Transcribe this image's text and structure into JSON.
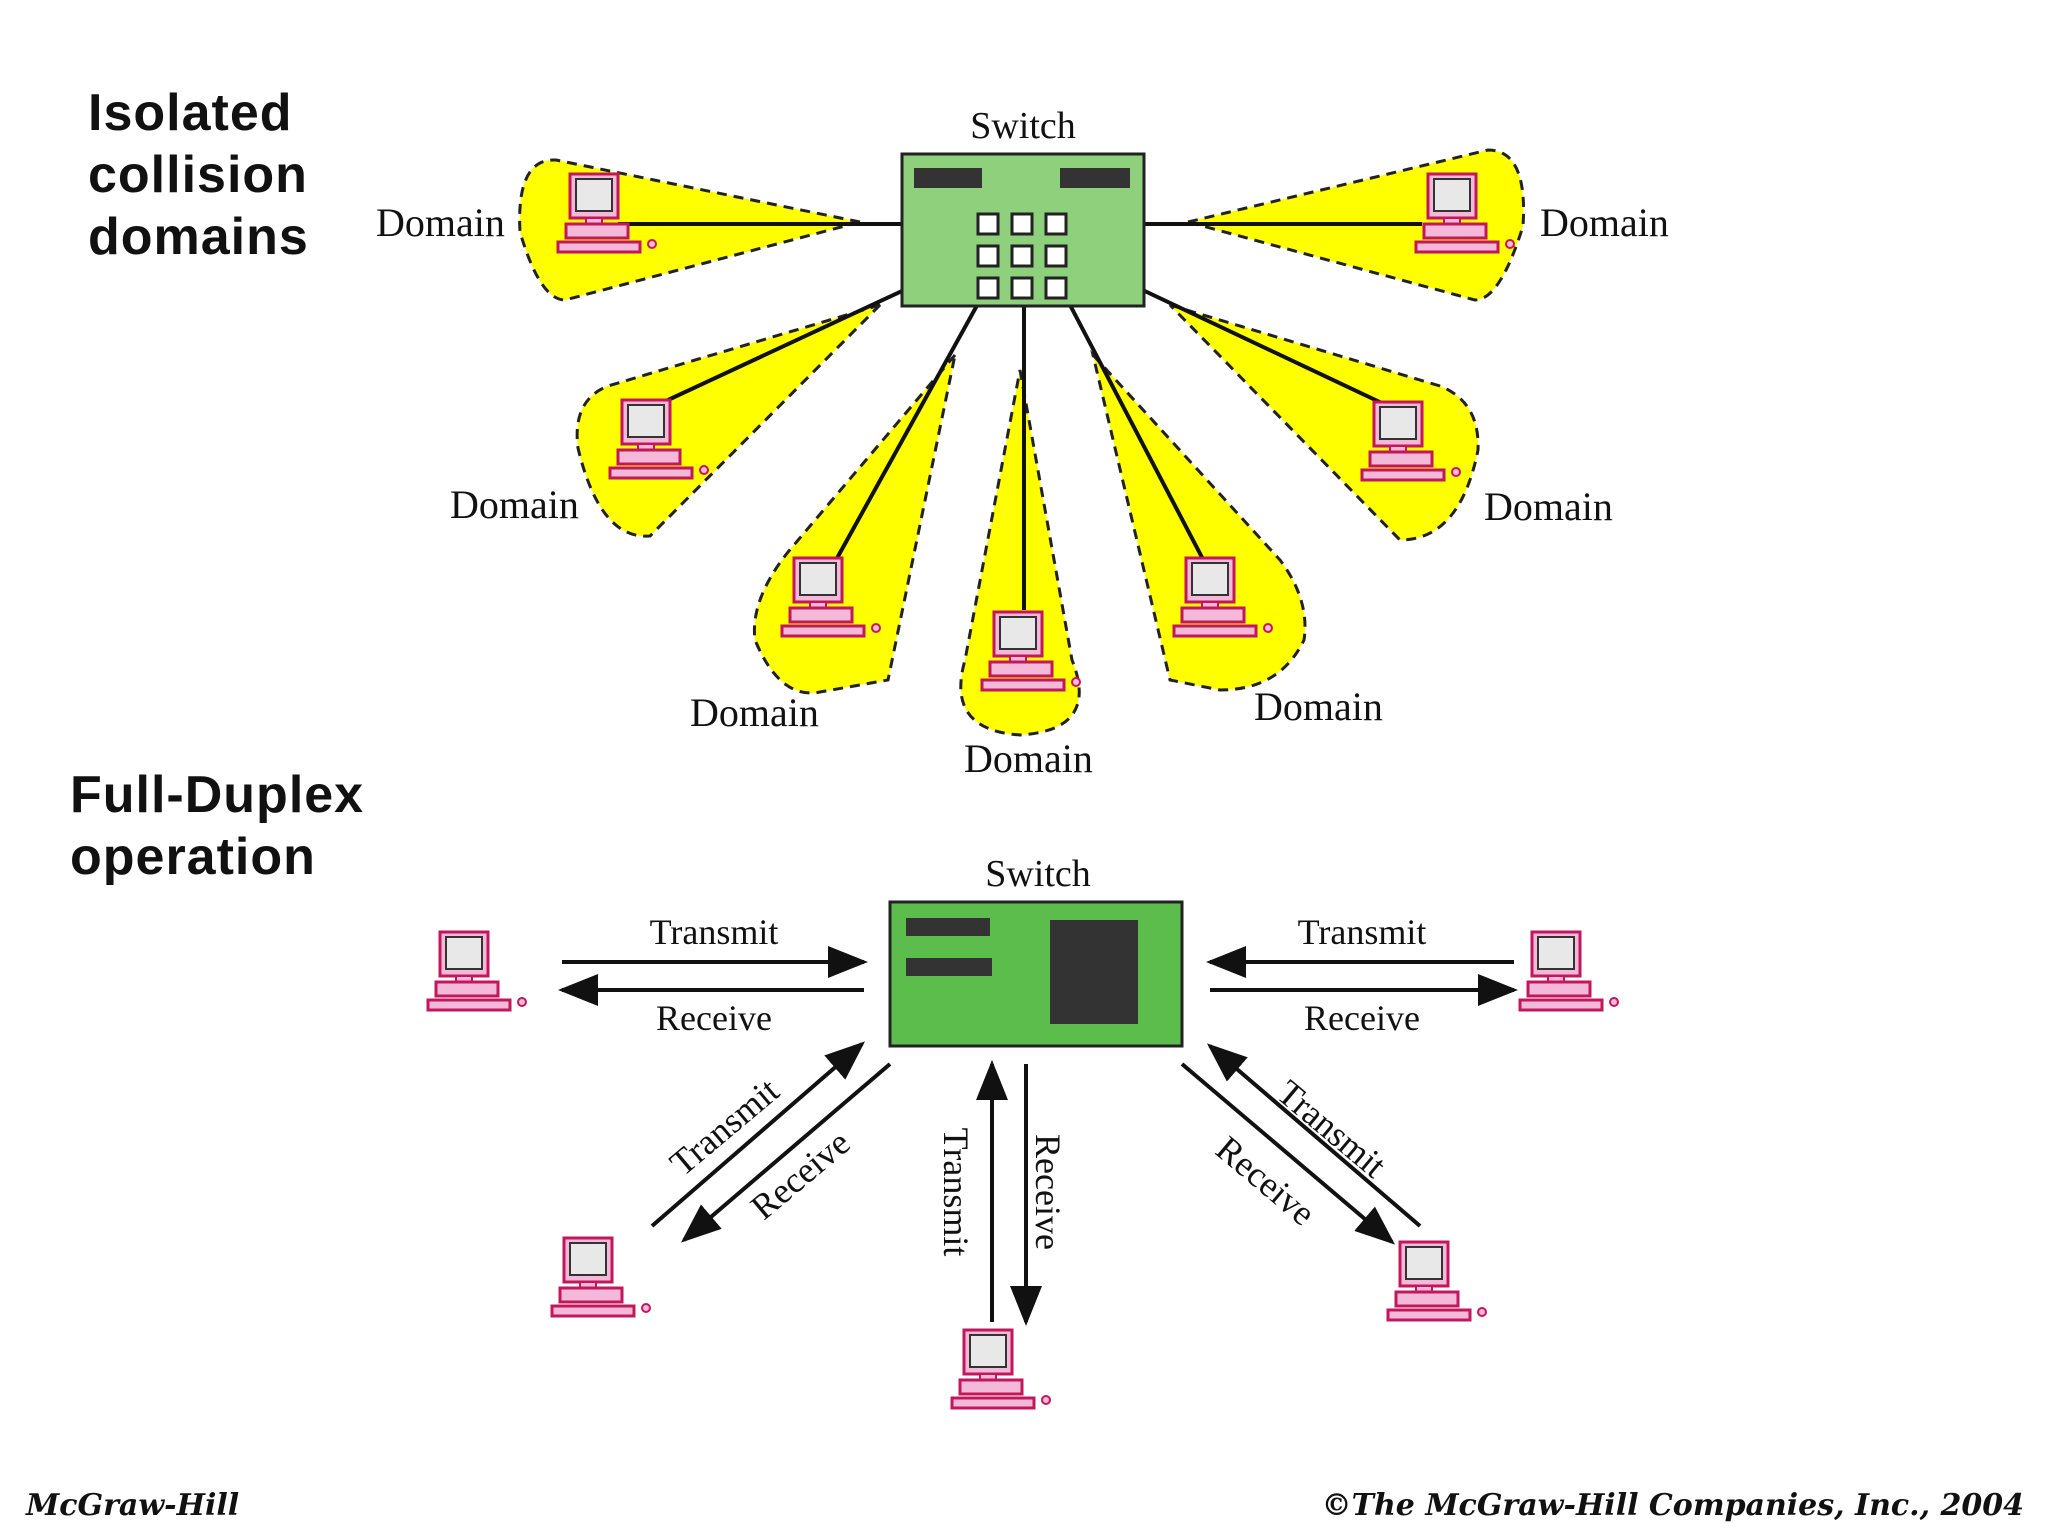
{
  "headings": {
    "top": [
      "Isolated",
      "collision",
      "domains"
    ],
    "bottom": [
      "Full-Duplex",
      "operation"
    ]
  },
  "top_diagram": {
    "switch_label": "Switch",
    "domain_label": "Domain"
  },
  "bottom_diagram": {
    "switch_label": "Switch",
    "transmit_label": "Transmit",
    "receive_label": "Receive"
  },
  "footer": {
    "publisher": "McGraw-Hill",
    "copyright": "©The McGraw-Hill Companies, Inc., 2004"
  },
  "colors": {
    "domain_fill": "#ffff00",
    "switch_top_fill": "#8fd07d",
    "switch_bottom_fill": "#5cbd4c",
    "computer_base": "#f4b8d8",
    "computer_outline": "#c2185b"
  }
}
